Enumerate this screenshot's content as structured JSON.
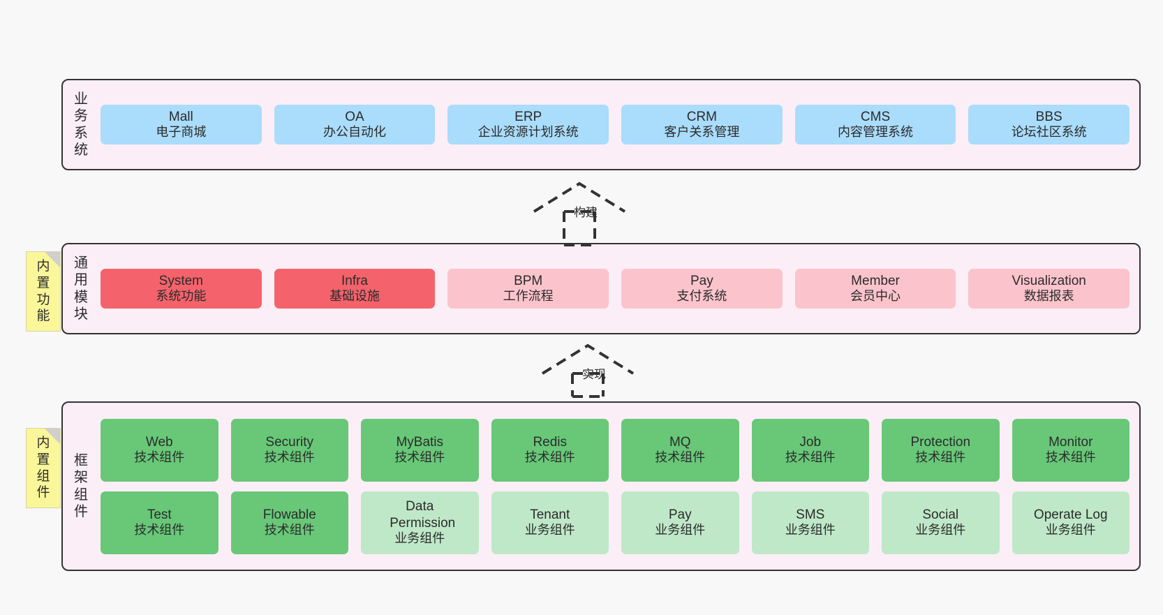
{
  "diagram": {
    "background_color": "#f8f8f8",
    "panel_color": "#fbeef7",
    "panel_border_color": "#333333"
  },
  "layers": [
    {
      "id": "business-system",
      "title": "业务系统",
      "title_chars": [
        "业",
        "务",
        "系",
        "统"
      ],
      "rows": [
        {
          "nodes": [
            {
              "name": "Mall",
              "desc": "电子商城",
              "color": "#aadcfb",
              "variant": "n-blue"
            },
            {
              "name": "OA",
              "desc": "办公自动化",
              "color": "#aadcfb",
              "variant": "n-blue"
            },
            {
              "name": "ERP",
              "desc": "企业资源计划系统",
              "color": "#aadcfb",
              "variant": "n-blue"
            },
            {
              "name": "CRM",
              "desc": "客户关系管理",
              "color": "#aadcfb",
              "variant": "n-blue"
            },
            {
              "name": "CMS",
              "desc": "内容管理系统",
              "color": "#aadcfb",
              "variant": "n-blue"
            },
            {
              "name": "BBS",
              "desc": "论坛社区系统",
              "color": "#aadcfb",
              "variant": "n-blue"
            }
          ]
        }
      ]
    },
    {
      "id": "common-modules",
      "title": "通用模块",
      "title_chars": [
        "通",
        "用",
        "模",
        "块"
      ],
      "note": {
        "text": "内置功能",
        "chars": [
          "内",
          "置",
          "功",
          "能"
        ],
        "color": "#faf69a"
      },
      "rows": [
        {
          "nodes": [
            {
              "name": "System",
              "desc": "系统功能",
              "color": "#f4636b",
              "variant": "n-red"
            },
            {
              "name": "Infra",
              "desc": "基础设施",
              "color": "#f4636b",
              "variant": "n-red"
            },
            {
              "name": "BPM",
              "desc": "工作流程",
              "color": "#fbc4cc",
              "variant": "n-pink"
            },
            {
              "name": "Pay",
              "desc": "支付系统",
              "color": "#fbc4cc",
              "variant": "n-pink"
            },
            {
              "name": "Member",
              "desc": "会员中心",
              "color": "#fbc4cc",
              "variant": "n-pink"
            },
            {
              "name": "Visualization",
              "desc": "数据报表",
              "color": "#fbc4cc",
              "variant": "n-pink"
            }
          ]
        }
      ]
    },
    {
      "id": "framework-components",
      "title": "框架组件",
      "title_chars": [
        "框",
        "架",
        "组",
        "件"
      ],
      "note": {
        "text": "内置组件",
        "chars": [
          "内",
          "置",
          "组",
          "件"
        ],
        "color": "#faf69a"
      },
      "rows": [
        {
          "nodes": [
            {
              "name": "Web",
              "desc": "技术组件",
              "color": "#68c878",
              "variant": "n-green"
            },
            {
              "name": "Security",
              "desc": "技术组件",
              "color": "#68c878",
              "variant": "n-green"
            },
            {
              "name": "MyBatis",
              "desc": "技术组件",
              "color": "#68c878",
              "variant": "n-green"
            },
            {
              "name": "Redis",
              "desc": "技术组件",
              "color": "#68c878",
              "variant": "n-green"
            },
            {
              "name": "MQ",
              "desc": "技术组件",
              "color": "#68c878",
              "variant": "n-green"
            },
            {
              "name": "Job",
              "desc": "技术组件",
              "color": "#68c878",
              "variant": "n-green"
            },
            {
              "name": "Protection",
              "desc": "技术组件",
              "color": "#68c878",
              "variant": "n-green"
            },
            {
              "name": "Monitor",
              "desc": "技术组件",
              "color": "#68c878",
              "variant": "n-green"
            }
          ]
        },
        {
          "nodes": [
            {
              "name": "Test",
              "desc": "技术组件",
              "color": "#68c878",
              "variant": "n-green"
            },
            {
              "name": "Flowable",
              "desc": "技术组件",
              "color": "#68c878",
              "variant": "n-green"
            },
            {
              "name": "Data Permission",
              "desc": "业务组件",
              "color": "#bfe8c8",
              "variant": "n-greenlight"
            },
            {
              "name": "Tenant",
              "desc": "业务组件",
              "color": "#bfe8c8",
              "variant": "n-greenlight"
            },
            {
              "name": "Pay",
              "desc": "业务组件",
              "color": "#bfe8c8",
              "variant": "n-greenlight"
            },
            {
              "name": "SMS",
              "desc": "业务组件",
              "color": "#bfe8c8",
              "variant": "n-greenlight"
            },
            {
              "name": "Social",
              "desc": "业务组件",
              "color": "#bfe8c8",
              "variant": "n-greenlight"
            },
            {
              "name": "Operate Log",
              "desc": "业务组件",
              "color": "#bfe8c8",
              "variant": "n-greenlight"
            }
          ]
        }
      ]
    }
  ],
  "connectors": [
    {
      "id": "build",
      "label": "构建",
      "from": "common-modules",
      "to": "business-system"
    },
    {
      "id": "implement",
      "label": "实现",
      "from": "framework-components",
      "to": "common-modules"
    }
  ]
}
